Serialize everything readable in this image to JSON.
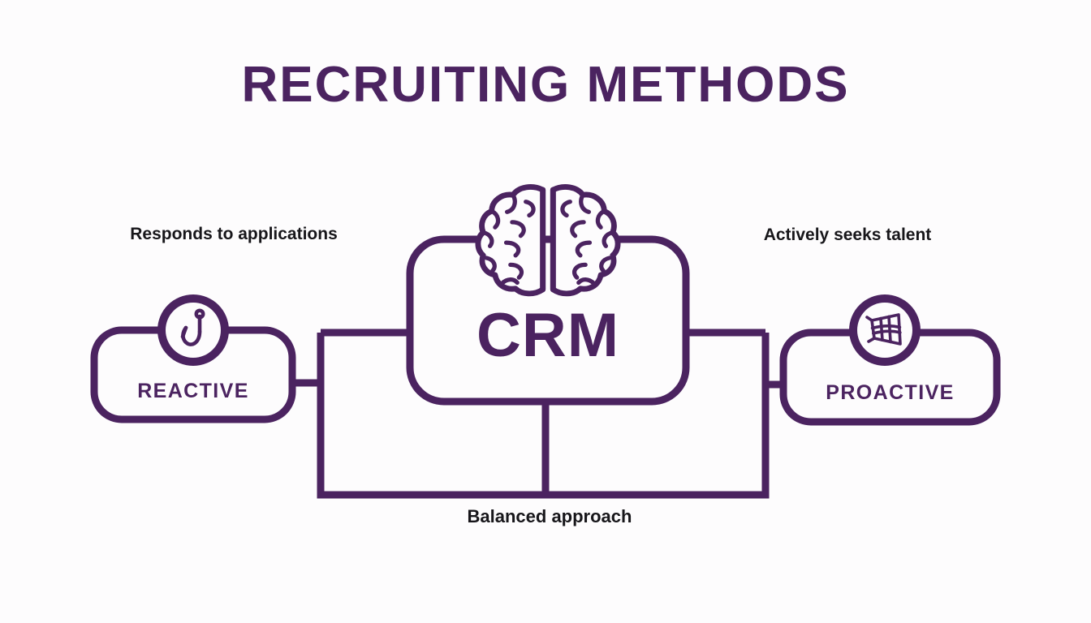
{
  "page": {
    "title": "RECRUITING METHODS",
    "background_color": "#fdfcfd",
    "accent_color": "#4B2360",
    "text_color": "#17161a"
  },
  "diagram": {
    "type": "comparison-flow",
    "left_node": {
      "label": "REACTIVE",
      "icon": "fish-hook-icon",
      "note": "Responds to applications"
    },
    "center_node": {
      "label": "CRM",
      "icon": "brain-icon"
    },
    "right_node": {
      "label": "PROACTIVE",
      "icon": "fishing-net-icon",
      "note": "Actively seeks talent"
    },
    "bottom_caption": "Balanced approach"
  }
}
